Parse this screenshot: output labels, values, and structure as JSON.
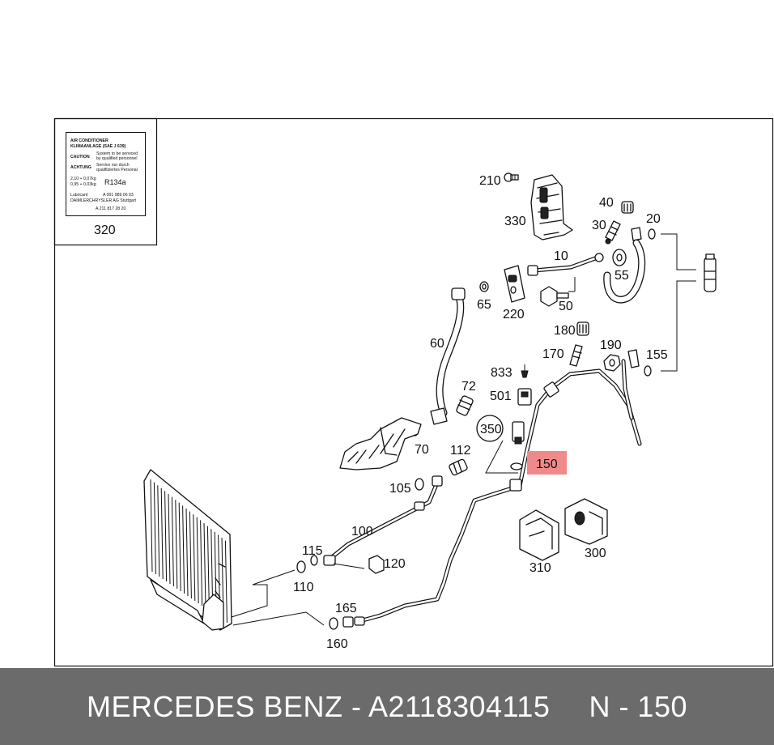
{
  "diagram": {
    "label_box": {
      "number": "320",
      "lines": [
        "AIR CONDITIONER",
        "KLIMAANLAGE (SAE J 639)",
        "CAUTION",
        "System to be serviced",
        "by qualified personnel",
        "ACHTUNG",
        "Service nur durch",
        "qualifiziertes Personal",
        "2,10 + 0,07kg",
        "0,95 + 0,03kg",
        "R134a",
        "Lubricant",
        "A 001 989 06 03",
        "DAIMLERCHRYSLER AG Stuttgart",
        "A 211 817 28 20"
      ]
    },
    "callouts": [
      {
        "id": "210",
        "text": "210"
      },
      {
        "id": "330",
        "text": "330"
      },
      {
        "id": "40",
        "text": "40"
      },
      {
        "id": "30",
        "text": "30"
      },
      {
        "id": "20",
        "text": "20"
      },
      {
        "id": "10",
        "text": "10"
      },
      {
        "id": "55",
        "text": "55"
      },
      {
        "id": "65",
        "text": "65"
      },
      {
        "id": "220",
        "text": "220"
      },
      {
        "id": "50",
        "text": "50"
      },
      {
        "id": "180",
        "text": "180"
      },
      {
        "id": "190",
        "text": "190"
      },
      {
        "id": "155",
        "text": "155"
      },
      {
        "id": "170",
        "text": "170"
      },
      {
        "id": "60",
        "text": "60"
      },
      {
        "id": "833",
        "text": "833"
      },
      {
        "id": "72",
        "text": "72"
      },
      {
        "id": "501",
        "text": "501"
      },
      {
        "id": "350",
        "text": "350"
      },
      {
        "id": "70",
        "text": "70"
      },
      {
        "id": "112",
        "text": "112"
      },
      {
        "id": "150",
        "text": "150"
      },
      {
        "id": "105",
        "text": "105"
      },
      {
        "id": "100",
        "text": "100"
      },
      {
        "id": "310",
        "text": "310"
      },
      {
        "id": "300",
        "text": "300"
      },
      {
        "id": "115",
        "text": "115"
      },
      {
        "id": "120",
        "text": "120"
      },
      {
        "id": "110",
        "text": "110"
      },
      {
        "id": "165",
        "text": "165"
      },
      {
        "id": "160",
        "text": "160"
      }
    ],
    "highlight_color": "#f08a8a"
  },
  "footer": {
    "title": "MERCEDES BENZ - A2118304115",
    "part_ref": "N - 150"
  }
}
